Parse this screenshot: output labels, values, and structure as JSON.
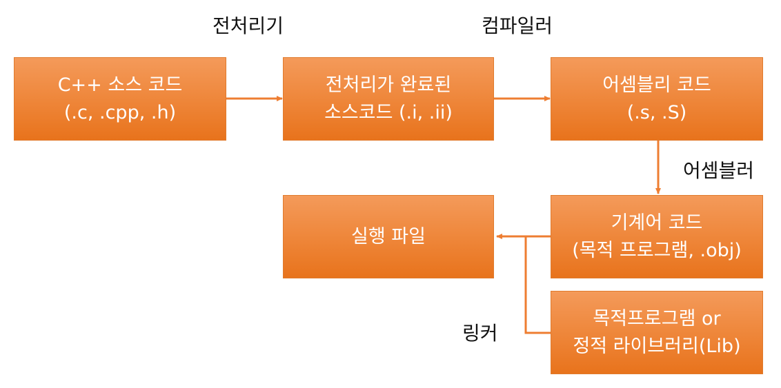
{
  "labels": {
    "preprocessor": "전처리기",
    "compiler": "컴파일러",
    "assembler": "어셈블러",
    "linker": "링커"
  },
  "boxes": {
    "source": {
      "line1": "C++ 소스 코드",
      "line2": "(.c, .cpp, .h)"
    },
    "preprocessed": {
      "line1": "전처리가 완료된",
      "line2": "소스코드 (.i, .ii)"
    },
    "assembly": {
      "line1": "어셈블리 코드",
      "line2": "(.s, .S)"
    },
    "machine": {
      "line1": "기계어 코드",
      "line2": "(목적 프로그램, .obj)"
    },
    "executable": {
      "line1": "실행 파일"
    },
    "library": {
      "line1": "목적프로그램 or",
      "line2": "정적 라이브러리(Lib)"
    }
  },
  "colors": {
    "box_fill": "#ee8538",
    "arrow": "#ee7d31",
    "text": "#ffffff"
  }
}
